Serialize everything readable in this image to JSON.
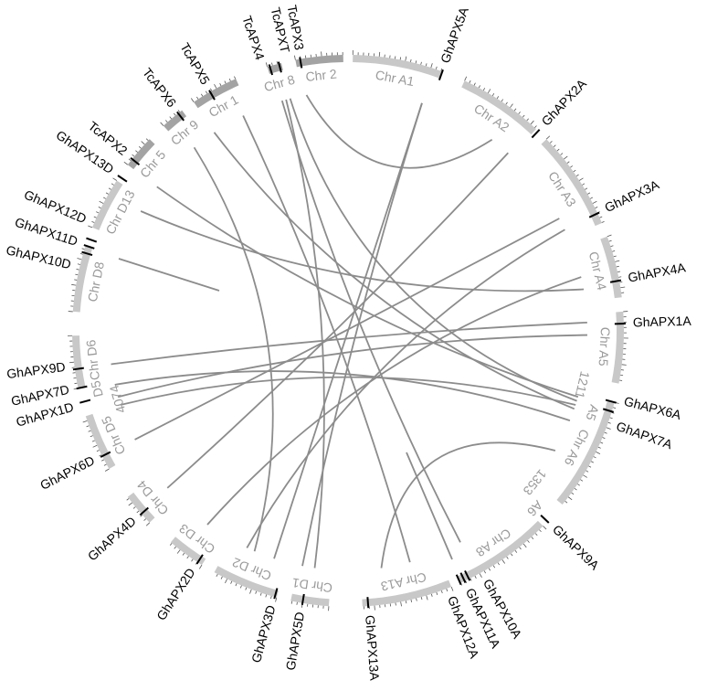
{
  "chromosomes": [
    {
      "name": "Chr A1",
      "group": "Gh"
    },
    {
      "name": "Chr A2",
      "group": "Gh"
    },
    {
      "name": "Chr A3",
      "group": "Gh"
    },
    {
      "name": "Chr A4",
      "group": "Gh"
    },
    {
      "name": "Chr A5",
      "group": "Gh"
    },
    {
      "name": "Chr A6",
      "group": "Gh"
    },
    {
      "name": "Chr A8",
      "group": "Gh"
    },
    {
      "name": "Chr A13",
      "group": "Gh"
    },
    {
      "name": "Chr D1",
      "group": "Gh"
    },
    {
      "name": "Chr D2",
      "group": "Gh"
    },
    {
      "name": "Chr D3",
      "group": "Gh"
    },
    {
      "name": "Chr D4",
      "group": "Gh"
    },
    {
      "name": "Chr D5",
      "group": "Gh"
    },
    {
      "name": "Chr D6",
      "group": "Gh"
    },
    {
      "name": "Chr D8",
      "group": "Gh"
    },
    {
      "name": "Chr D13",
      "group": "Gh"
    },
    {
      "name": "Chr 5",
      "group": "Tc"
    },
    {
      "name": "Chr 9",
      "group": "Tc"
    },
    {
      "name": "Chr 1",
      "group": "Tc"
    },
    {
      "name": "Chr 8",
      "group": "Tc"
    },
    {
      "name": "Chr 2",
      "group": "Tc"
    }
  ],
  "gap_labels": [
    "1211",
    "A5",
    "A6",
    "1353",
    "4074",
    "D5"
  ],
  "genes": [
    {
      "label": "GhAPX5A"
    },
    {
      "label": "GhAPX2A"
    },
    {
      "label": "GhAPX3A"
    },
    {
      "label": "GhAPX4A"
    },
    {
      "label": "GhAPX1A"
    },
    {
      "label": "GhAPX6A"
    },
    {
      "label": "GhAPX7A"
    },
    {
      "label": "GhAPX9A"
    },
    {
      "label": "GhAPX10A"
    },
    {
      "label": "GhAPX11A"
    },
    {
      "label": "GhAPX12A"
    },
    {
      "label": "GhAPX13A"
    },
    {
      "label": "GhAPX5D"
    },
    {
      "label": "GhAPX3D"
    },
    {
      "label": "GhAPX2D"
    },
    {
      "label": "GhAPX4D"
    },
    {
      "label": "GhAPX6D"
    },
    {
      "label": "GhAPX1D"
    },
    {
      "label": "GhAPX7D"
    },
    {
      "label": "GhAPX9D"
    },
    {
      "label": "GhAPX10D"
    },
    {
      "label": "GhAPX11D"
    },
    {
      "label": "GhAPX12D"
    },
    {
      "label": "GhAPX13D"
    },
    {
      "label": "TcAPX2"
    },
    {
      "label": "TcAPX6"
    },
    {
      "label": "TcAPX5"
    },
    {
      "label": "TcAPX4"
    },
    {
      "label": "TcAPXT"
    },
    {
      "label": "TcAPX3"
    }
  ],
  "colors": {
    "gh_band": "#c8c8c8",
    "tc_band": "#a3a3a3",
    "link": "#8c8c8c",
    "chr_label": "#9a9a9a"
  }
}
